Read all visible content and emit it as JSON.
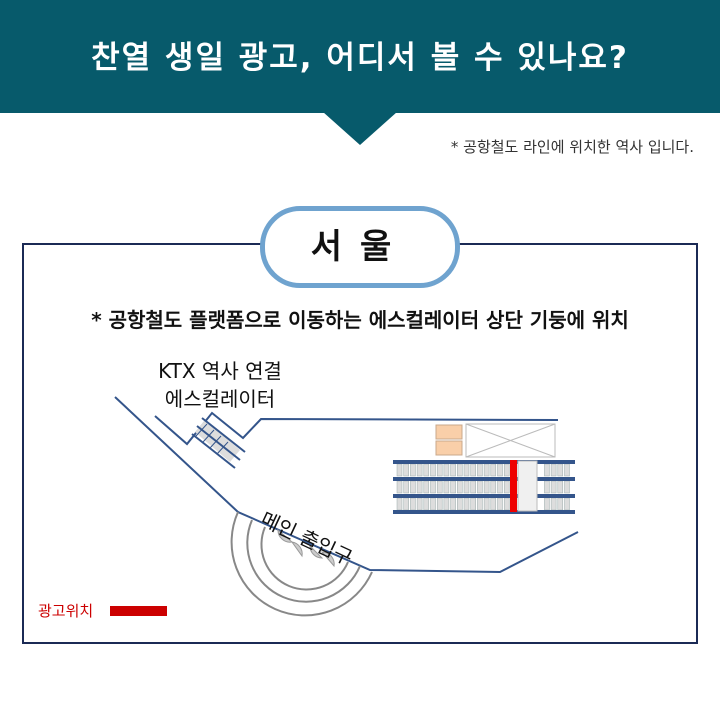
{
  "header": {
    "title": "찬열 생일 광고, 어디서 볼 수 있나요?"
  },
  "note": "* 공항철도 라인에 위치한 역사 입니다.",
  "station": {
    "name": "서울",
    "description": "* 공항철도 플랫폼으로 이동하는 에스컬레이터 상단 기둥에 위치"
  },
  "map": {
    "ktx_label_line1": "KTX 역사 연결",
    "ktx_label_line2": "에스컬레이터",
    "main_entrance": "메인 출입구"
  },
  "legend": {
    "ad_location": "광고위치",
    "ad_color": "#cc0000"
  }
}
